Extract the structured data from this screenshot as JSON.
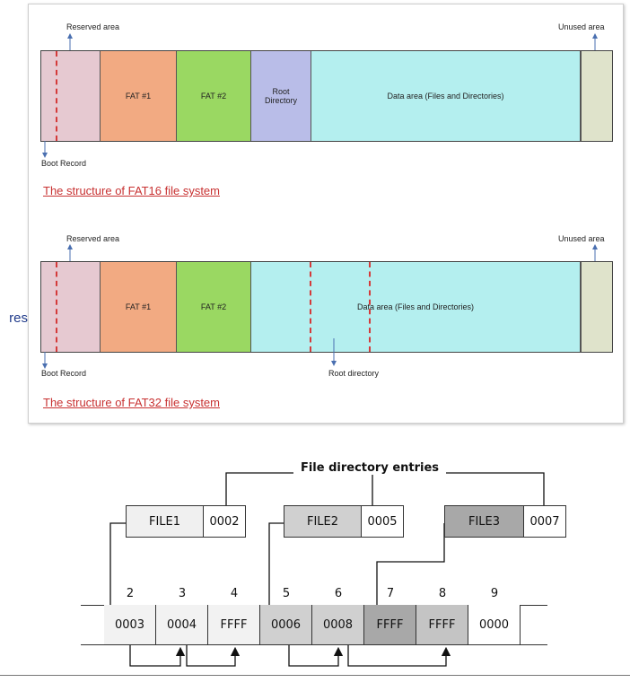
{
  "bleed_text": "res",
  "fat16": {
    "reserved_label": "Reserved area",
    "unused_label": "Unused area",
    "boot_label": "Boot Record",
    "segments": {
      "fat1": "FAT #1",
      "fat2": "FAT #2",
      "root": "Root Directory",
      "data": "Data area (Files and Directories)"
    },
    "caption": "The structure of FAT16 file system",
    "colors": {
      "reserved": "#e6c9d1",
      "fat1": "#f2aa82",
      "fat2": "#9ad862",
      "root": "#b9bde8",
      "data": "#b4efef",
      "unused": "#dfe3cb"
    }
  },
  "fat32": {
    "reserved_label": "Reserved area",
    "unused_label": "Unused area",
    "boot_label": "Boot Record",
    "root_label": "Root directory",
    "segments": {
      "fat1": "FAT #1",
      "fat2": "FAT #2",
      "data_prefix": "Data a",
      "data_suffix": "rea (Files and Directories)"
    },
    "caption": "The structure of FAT32 file system"
  },
  "directory": {
    "title": "File directory entries",
    "entries": [
      {
        "name": "FILE1",
        "cluster": "0002"
      },
      {
        "name": "FILE2",
        "cluster": "0005"
      },
      {
        "name": "FILE3",
        "cluster": "0007"
      }
    ],
    "fat_table": {
      "indices": [
        "2",
        "3",
        "4",
        "5",
        "6",
        "7",
        "8",
        "9"
      ],
      "values": [
        "0003",
        "0004",
        "FFFF",
        "0006",
        "0008",
        "FFFF",
        "FFFF",
        "0000"
      ]
    }
  }
}
